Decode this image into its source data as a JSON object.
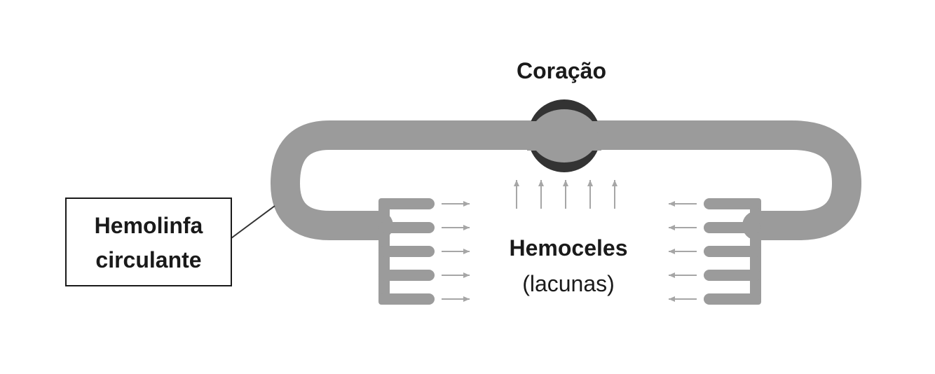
{
  "diagram": {
    "heart_label": "Coração",
    "hemolymph_label_line1": "Hemolinfa",
    "hemolymph_label_line2": "circulante",
    "hemocoel_label": "Hemoceles",
    "hemocoel_sublabel": "(lacunas)"
  },
  "colors": {
    "vessel": "#9b9b9b",
    "heart_ring": "#333333",
    "heart_core": "#9b9b9b",
    "arrow": "#a6a6a6",
    "text": "#1a1a1a",
    "box_border": "#1a1a1a"
  }
}
